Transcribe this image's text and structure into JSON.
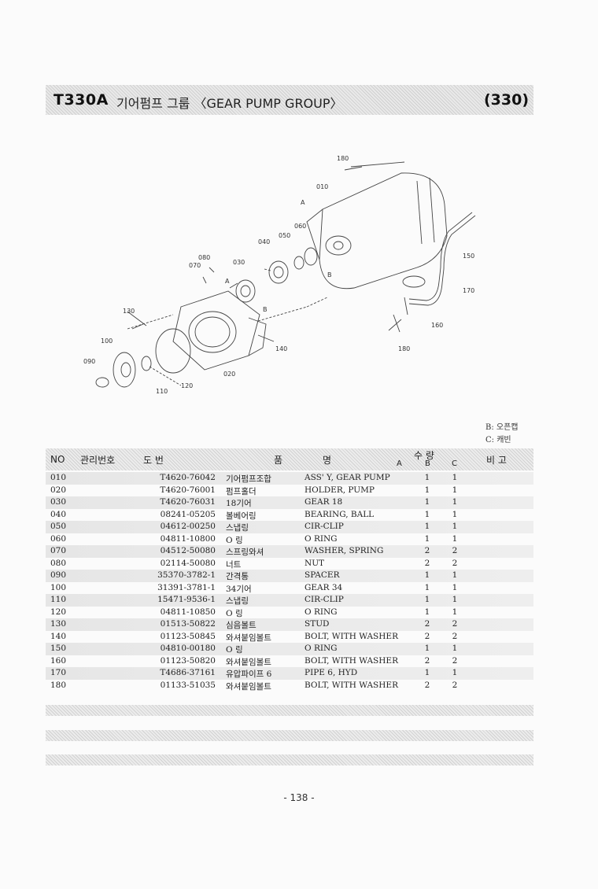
{
  "header": {
    "model": "T330A",
    "title": "기어펌프 그룹 〈GEAR PUMP GROUP〉",
    "number": "(330)"
  },
  "diagram": {
    "labels": [
      "180",
      "010",
      "A",
      "060",
      "050",
      "040",
      "080",
      "070",
      "030",
      "A",
      "150",
      "B",
      "170",
      "130",
      "B",
      "160",
      "100",
      "140",
      "180",
      "090",
      "020",
      "110",
      "120"
    ]
  },
  "legend": {
    "b": "B: 오픈캡",
    "c": "C: 캐빈"
  },
  "table": {
    "headers": {
      "no": "NO",
      "mgmt": "관리번호",
      "drawing": "도    번",
      "name_a": "품",
      "name_b": "명",
      "qty": "수  량",
      "col_a": "A",
      "col_b": "B",
      "col_c": "C",
      "remark": "비  고"
    },
    "rows": [
      {
        "no": "010",
        "part": "T4620-76042",
        "kor": "기어펌프조합",
        "eng": "ASS' Y, GEAR PUMP",
        "b": "1",
        "c": "1"
      },
      {
        "no": "020",
        "part": "T4620-76001",
        "kor": "펌프홀더",
        "eng": "HOLDER, PUMP",
        "b": "1",
        "c": "1"
      },
      {
        "no": "030",
        "part": "T4620-76031",
        "kor": "18기어",
        "eng": "GEAR 18",
        "b": "1",
        "c": "1"
      },
      {
        "no": "040",
        "part": "08241-05205",
        "kor": "볼베어링",
        "eng": "BEARING, BALL",
        "b": "1",
        "c": "1"
      },
      {
        "no": "050",
        "part": "04612-00250",
        "kor": "스냅링",
        "eng": "CIR-CLIP",
        "b": "1",
        "c": "1"
      },
      {
        "no": "060",
        "part": "04811-10800",
        "kor": "O 링",
        "eng": "O RING",
        "b": "1",
        "c": "1"
      },
      {
        "no": "070",
        "part": "04512-50080",
        "kor": "스프링와셔",
        "eng": "WASHER, SPRING",
        "b": "2",
        "c": "2"
      },
      {
        "no": "080",
        "part": "02114-50080",
        "kor": "너트",
        "eng": "NUT",
        "b": "2",
        "c": "2"
      },
      {
        "no": "090",
        "part": "35370-3782-1",
        "kor": "간격통",
        "eng": "SPACER",
        "b": "1",
        "c": "1"
      },
      {
        "no": "100",
        "part": "31391-3781-1",
        "kor": "34기어",
        "eng": "GEAR 34",
        "b": "1",
        "c": "1"
      },
      {
        "no": "110",
        "part": "15471-9536-1",
        "kor": "스냅링",
        "eng": "CIR-CLIP",
        "b": "1",
        "c": "1"
      },
      {
        "no": "120",
        "part": "04811-10850",
        "kor": "O 링",
        "eng": "O RING",
        "b": "1",
        "c": "1"
      },
      {
        "no": "130",
        "part": "01513-50822",
        "kor": "심음볼트",
        "eng": "STUD",
        "b": "2",
        "c": "2"
      },
      {
        "no": "140",
        "part": "01123-50845",
        "kor": "와셔붙임볼트",
        "eng": "BOLT, WITH WASHER",
        "b": "2",
        "c": "2"
      },
      {
        "no": "150",
        "part": "04810-00180",
        "kor": "O 링",
        "eng": "O RING",
        "b": "1",
        "c": "1"
      },
      {
        "no": "160",
        "part": "01123-50820",
        "kor": "와셔붙임볼트",
        "eng": "BOLT, WITH WASHER",
        "b": "2",
        "c": "2"
      },
      {
        "no": "170",
        "part": "T4686-37161",
        "kor": "유압파이프 6",
        "eng": "PIPE 6, HYD",
        "b": "1",
        "c": "1"
      },
      {
        "no": "180",
        "part": "01133-51035",
        "kor": "와셔붙임볼트",
        "eng": "BOLT, WITH WASHER",
        "b": "2",
        "c": "2"
      }
    ]
  },
  "footer": {
    "page": "- 138 -"
  }
}
